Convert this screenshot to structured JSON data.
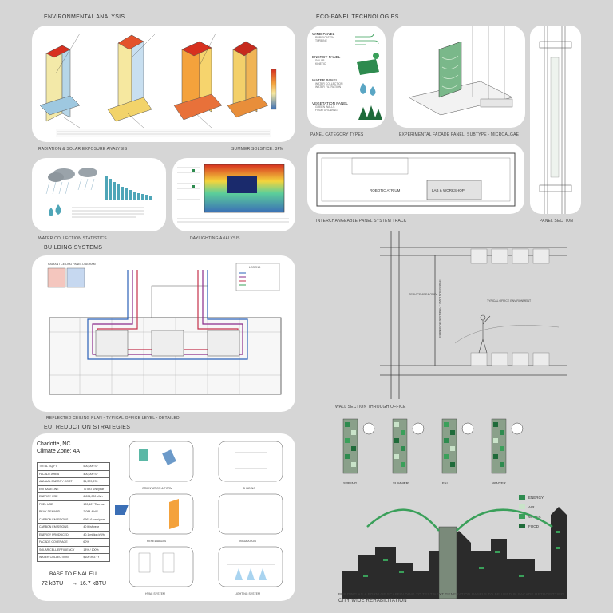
{
  "headings": {
    "environmental_analysis": "ENVIRONMENTAL ANALYSIS",
    "eco_panel_technologies": "ECO-PANEL TECHNOLOGIES",
    "building_systems": "BUILDING SYSTEMS",
    "eui_reduction_strategies": "EUI REDUCTION STRATEGIES"
  },
  "captions": {
    "radiation": "RADIATION & SOLAR EXPOSURE ANALYSIS",
    "summer_solstice": "SUMMER SOLSTICE: 3PM",
    "water_collection": "WATER COLLECTION STATISTICS",
    "daylighting": "DAYLIGHTING ANALYSIS",
    "panel_category": "PANEL CATEGORY TYPES",
    "experimental_panel": "EXPERIMENTAL FACADE PANEL: SUBTYPE - MICROALGAE",
    "panel_track": "INTERCHANGEABLE PANEL SYSTEM TRACK",
    "panel_section": "PANEL SECTION",
    "reflected_ceiling": "REFLECTED CEILING PLAN - TYPICAL OFFICE LEVEL - DETAILED",
    "wall_section": "WALL SECTION THROUGH OFFICE",
    "scaffolding": "BUILDING AS A FORM OF SCAFFOLDING TO TEST NEXT GENERATION PANELS TO BE USED IN FACADE RETROFITTING.",
    "city_rehab": "CITY WIDE REHABILITATION"
  },
  "eco_panels": [
    {
      "name": "WIND PANEL",
      "sub": "PURIFICATION\nTURBINE"
    },
    {
      "name": "ENERGY PANEL",
      "sub": "SOLAR\nKINETIC"
    },
    {
      "name": "WATER PANEL",
      "sub": "WATER COLLECTION\nWATER FILTRATION"
    },
    {
      "name": "VEGETATION PANEL",
      "sub": "GREEN WALLS\nFOOD GROWING"
    }
  ],
  "eui": {
    "city": "Charlotte, NC",
    "zone": "Climate Zone: 4A",
    "rows": [
      [
        "TOTAL SQ FT",
        "500,000 SF"
      ],
      [
        "FACADE AREA",
        "400,000 SF"
      ],
      [
        "ANNUAL ENERGY COST",
        "$1,370,378"
      ],
      [
        "EUI BASELINE",
        "72 kBTU/sf/year"
      ],
      [
        "ENERGY USE",
        "6,894,000 kWh"
      ],
      [
        "FUEL USE",
        "120,407 Therms"
      ],
      [
        "PEAK DEMAND",
        "2,084.4 kW"
      ],
      [
        "CARBON EMISSIONS",
        "6662.6 tons/year"
      ],
      [
        "CARBON EMISSIONS",
        "40 lb/sf/year"
      ],
      [
        "ENERGY PRODUCED",
        "40.1 million kWh"
      ],
      [
        "FACADE COVERAGE",
        "60%"
      ],
      [
        "SOLAR CELL EFFICIENCY",
        "18% / 100%"
      ],
      [
        "WATER COLLECTION",
        "$100 /m3 Yr"
      ]
    ],
    "base_label": "BASE TO FINAL EUI",
    "base_value": "72 kBTU",
    "final_value": "16.7 kBTU",
    "strategies": [
      "ORIENTATION & FORM",
      "SHADING",
      "RENEWABLES",
      "INSULATION",
      "HVAC SYSTEM",
      "LIGHTING SYSTEM"
    ]
  },
  "seasons": [
    "SPRING",
    "SUMMER",
    "FALL",
    "WINTER"
  ],
  "legend": [
    "ENERGY",
    "AIR",
    "WATER",
    "FOOD"
  ],
  "colors": {
    "energy_green": "#2e8b4f",
    "air_light": "#c9e3c9",
    "water_green": "#3aa05a",
    "food_dark": "#1f6b3a",
    "heat_red": "#d7301f",
    "heat_yellow": "#f6e8a0",
    "heat_blue": "#3b6fb6"
  },
  "labels": {
    "robotic_atrium": "ROBOTIC ATRIUM",
    "lab_workshop": "LAB & WORKSHOP",
    "service_area": "SERVICE AREA ONLY",
    "typical_office": "TYPICAL OFFICE ENVIRONMENT",
    "transition_lane": "TRANSITION LANE - PANELS IN MOVEMENT",
    "legend_title": "LEGEND",
    "radiant_ceiling": "RADIANT CEILING PANEL DIAGRAM"
  }
}
